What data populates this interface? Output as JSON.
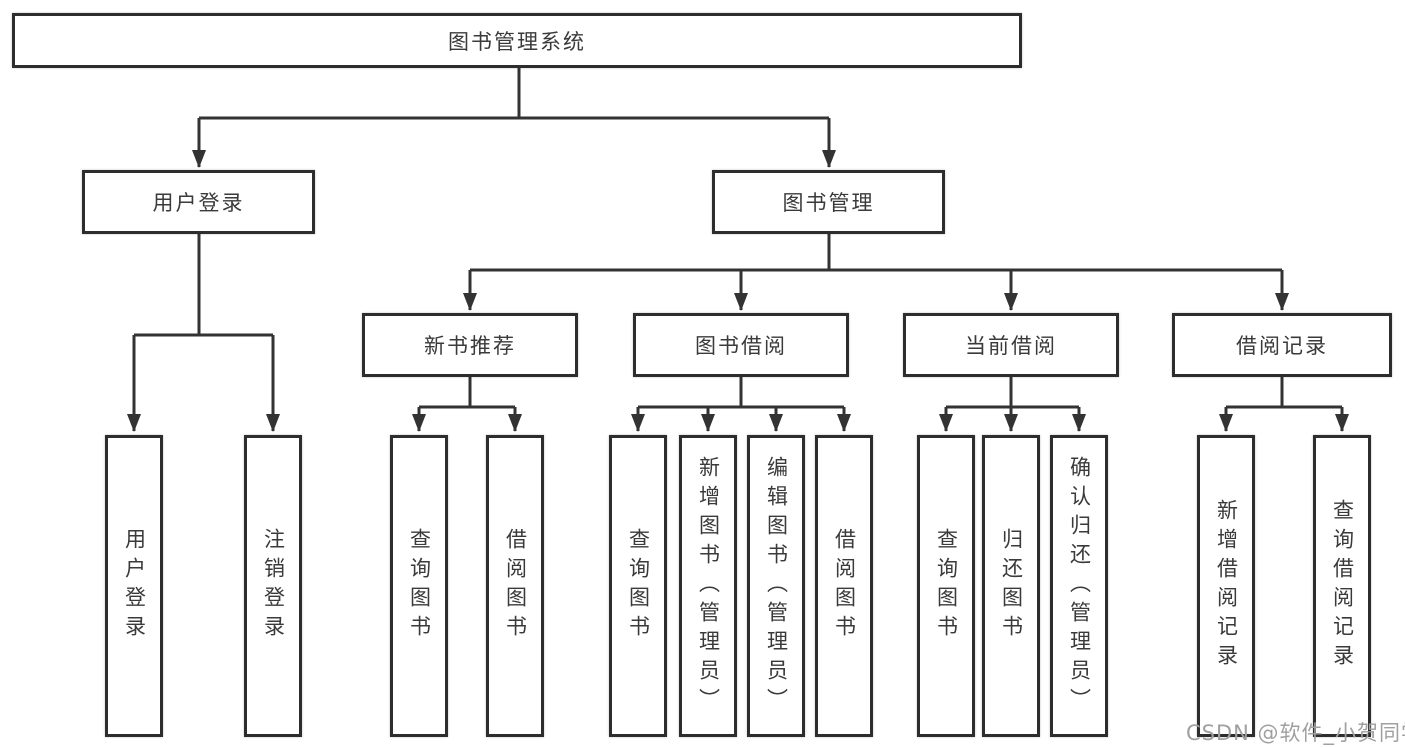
{
  "tree": {
    "label": "图书管理系统",
    "children": [
      {
        "label": "用户登录",
        "children": [
          {
            "label": "用户登录"
          },
          {
            "label": "注销登录"
          }
        ]
      },
      {
        "label": "图书管理",
        "children": [
          {
            "label": "新书推荐",
            "children": [
              {
                "label": "查询图书"
              },
              {
                "label": "借阅图书"
              }
            ]
          },
          {
            "label": "图书借阅",
            "children": [
              {
                "label": "查询图书"
              },
              {
                "label": "新增图书（管理员）"
              },
              {
                "label": "编辑图书（管理员）"
              },
              {
                "label": "借阅图书"
              }
            ]
          },
          {
            "label": "当前借阅",
            "children": [
              {
                "label": "查询图书"
              },
              {
                "label": "归还图书"
              },
              {
                "label": "确认归还（管理员）"
              }
            ]
          },
          {
            "label": "借阅记录",
            "children": [
              {
                "label": "新增借阅记录"
              },
              {
                "label": "查询借阅记录"
              }
            ]
          }
        ]
      }
    ]
  },
  "watermark": {
    "text": "CSDN @软件_小贺同学"
  },
  "colors": {
    "line": "#333333",
    "border": "#2d2d2d",
    "text": "#3a3a3a",
    "watermark": "#a0a0a0",
    "background": "#ffffff"
  }
}
